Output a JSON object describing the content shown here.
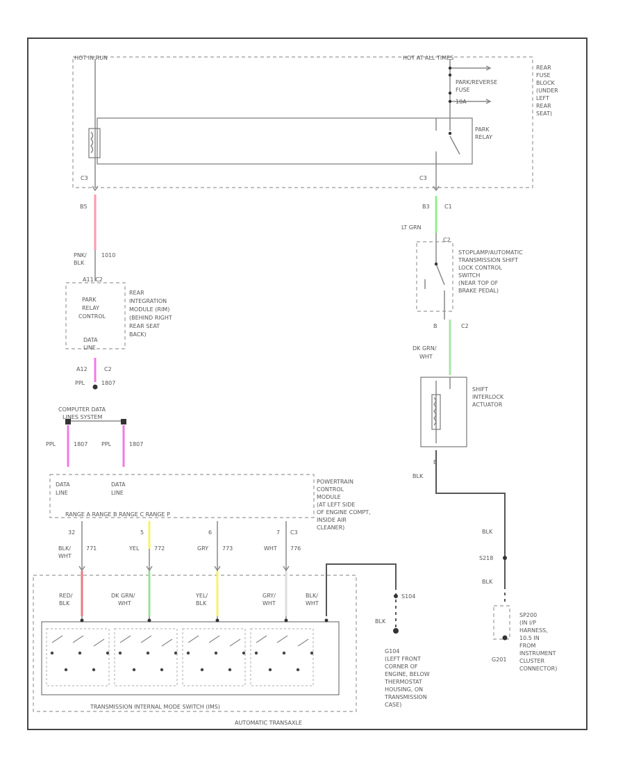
{
  "diagram": {
    "footer_code": "",
    "labels": {
      "hot_run": "HOT IN RUN",
      "hot_all": "HOT AT ALL TIMES",
      "park_reverse_fuse": "PARK/REVERSE",
      "fuse": "FUSE",
      "fuse_amp": "10A",
      "rear_fuse_block": [
        "REAR",
        "FUSE",
        "BLOCK",
        "(UNDER",
        "LEFT",
        "REAR",
        "SEAT)"
      ],
      "park_relay": [
        "PARK",
        "RELAY"
      ],
      "c3_left": "C3",
      "c3_right": "C3",
      "pin_b5": "B5",
      "pin_b3": "B3",
      "pin_c1": "C1",
      "wire_pnk": [
        "PNK/",
        "BLK"
      ],
      "wire_pnk_num": "1010",
      "wire_ltgrn": "LT GRN",
      "rim_pins": "A11 C2",
      "rim_block": [
        "PARK",
        "RELAY",
        "CONTROL"
      ],
      "rim_data": [
        "DATA",
        "LINE"
      ],
      "rim_desc": [
        "REAR",
        "INTEGRATION",
        "MODULE (RIM)",
        "(BEHIND RIGHT",
        "REAR SEAT",
        "BACK)"
      ],
      "rim_pin_bottom": "A12",
      "rim_c_bottom": "C2",
      "wire_ppl": "PPL",
      "wire_ppl_num": "1807",
      "cdls": [
        "COMPUTER DATA",
        "LINES SYSTEM"
      ],
      "stoplamp_pin": "C2",
      "stoplamp_desc": [
        "STOPLAMP/AUTOMATIC",
        "TRANSMISSION SHIFT",
        "LOCK CONTROL",
        "SWITCH",
        "(NEAR TOP OF",
        "BRAKE PEDAL)"
      ],
      "stoplamp_pin_b": "B",
      "wire_dkgrn": [
        "DK GRN/",
        "WHT"
      ],
      "sia_desc": [
        "SHIFT",
        "INTERLOCK",
        "ACTUATOR"
      ],
      "sia_pin": "B",
      "wire_blk": "BLK",
      "s218": "S218",
      "g201_desc": [
        "SP200",
        "(IN I/P",
        "HARNESS,",
        "10.5 IN",
        "FROM",
        "INSTRUMENT",
        "CLUSTER",
        "CONNECTOR)"
      ],
      "g201": "G201",
      "pcm_data": [
        "DATA",
        "LINE"
      ],
      "pcm_desc": [
        "POWERTRAIN",
        "CONTROL",
        "MODULE",
        "(AT LEFT SIDE",
        "OF ENGINE COMPT,",
        "INSIDE AIR",
        "CLEANER)"
      ],
      "pcm_signals": "RANGE A   RANGE B   RANGE C   RANGE P",
      "pins_c3": [
        "32",
        "5",
        "6",
        "7"
      ],
      "pin_c3_label": "C3",
      "wire_blkwht": [
        "BLK/",
        "WHT"
      ],
      "wire_nums": [
        "771",
        "772",
        "773",
        "776"
      ],
      "wire_yel": "YEL",
      "wire_gry": "GRY",
      "wire_wht": "WHT",
      "tims_colors": [
        [
          "RED/",
          "BLK"
        ],
        [
          "DK GRN/",
          "WHT"
        ],
        [
          "YEL/",
          "BLK"
        ],
        [
          "GRY/",
          "WHT"
        ],
        [
          "BLK/",
          "WHT"
        ]
      ],
      "s104": "S104",
      "wire_blk2": "BLK",
      "g104_desc": [
        "G104",
        "(LEFT FRONT",
        "CORNER OF",
        "ENGINE, BELOW",
        "THERMOSTAT",
        "HOUSING, ON",
        "TRANSMISSION",
        "CASE)"
      ],
      "tims_label": "TRANSMISSION INTERNAL MODE SWITCH (IMS)",
      "auto_trans": "AUTOMATIC TRANSAXLE"
    },
    "colors": {
      "pink_wire": "#ff9aa8",
      "purple_wire": "#f07ae6",
      "lt_green_wire": "#90ee90",
      "dk_green_wire": "#a8e6a8",
      "yellow_wire": "#f6f26a",
      "red_wire": "#e87a7a",
      "green_wire": "#9be09b",
      "gray_wire": "#aaaaaa",
      "white_wire": "#dddddd"
    }
  }
}
